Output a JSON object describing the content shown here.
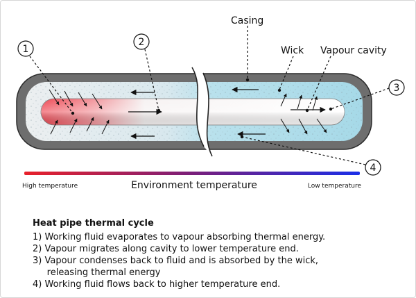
{
  "labels": {
    "casing": "Casing",
    "wick": "Wick",
    "vapour_cavity": "Vapour cavity",
    "num1": "1",
    "num2": "2",
    "num3": "3",
    "num4": "4"
  },
  "scale": {
    "high": "High temperature",
    "center": "Environment temperature",
    "low": "Low temperature"
  },
  "caption": {
    "title": "Heat pipe thermal cycle",
    "steps": [
      "1) Working fluid evaporates to vapour absorbing thermal energy.",
      "2) Vapour migrates along cavity to lower temperature end.",
      "3) Vapour condenses back to fluid and is absorbed by the wick,",
      "     releasing thermal energy",
      "4) Working fluid flows back to higher temperature end."
    ]
  },
  "colors": {
    "hot": "#e8202a",
    "mid": "#7a1f7a",
    "cold": "#1a2ee8",
    "casing": "#6e6e6e",
    "wick_hot": "#e8e8e8",
    "wick_cold": "#a9dbe8"
  }
}
